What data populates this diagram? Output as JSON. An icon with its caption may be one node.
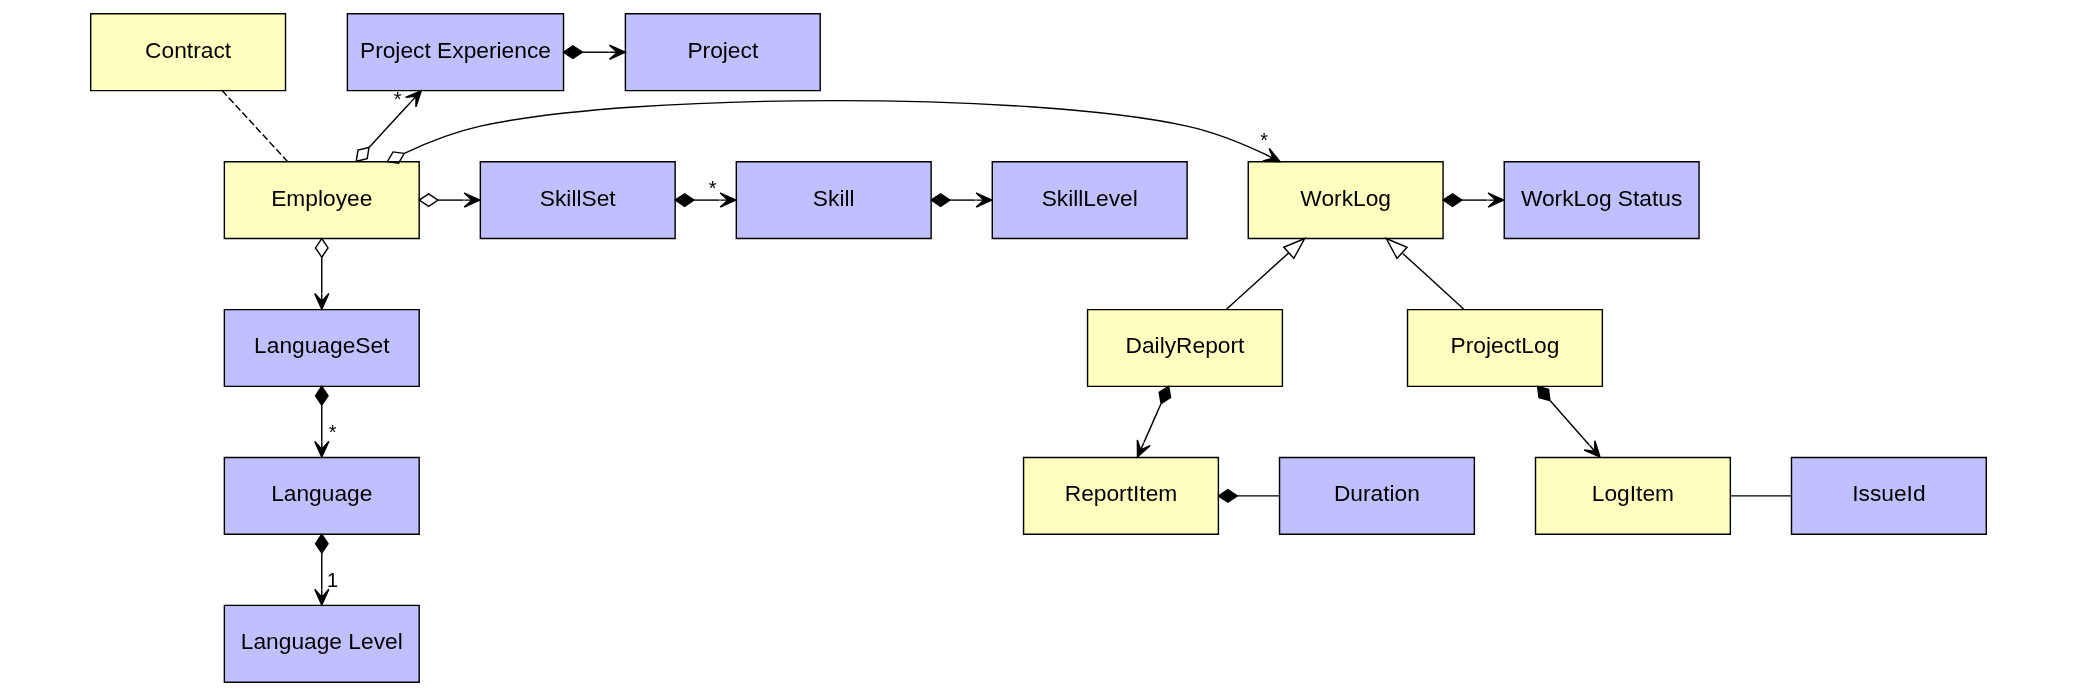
{
  "diagram": {
    "nodes": [
      {
        "text": [
          "Contract"
        ]
      },
      {
        "text": [
          "Project Experience"
        ]
      },
      {
        "text": [
          "Project"
        ]
      },
      {
        "text": [
          "WorkLog Status"
        ]
      },
      {
        "text": [
          "WorkLog"
        ]
      },
      {
        "text": [
          "Employee"
        ]
      },
      {
        "text": [
          "SkillSet"
        ]
      },
      {
        "text": [
          "Skill"
        ]
      },
      {
        "text": [
          "SkillLevel"
        ]
      },
      {
        "text": [
          "LanguageSet"
        ]
      },
      {
        "text": [
          "Language"
        ]
      },
      {
        "text": [
          "Language Level"
        ]
      },
      {
        "text": [
          "DailyReport"
        ]
      },
      {
        "text": [
          "ProjectLog"
        ]
      },
      {
        "text": [
          "Duration"
        ]
      },
      {
        "text": [
          "ReportItem"
        ]
      },
      {
        "text": [
          "LogItem"
        ]
      },
      {
        "text": [
          "IssueId"
        ]
      }
    ],
    "edges": [
      {
        "from": 0,
        "to": 5,
        "arrow": "none",
        "style": "dashed"
      },
      {
        "from": 5,
        "to": 1,
        "arrow": "to",
        "label": "*"
      },
      {
        "from": 1,
        "to": 2,
        "arrow": "to"
      },
      {
        "from": 4,
        "to": 3,
        "arrow": "to"
      },
      {
        "from": 5,
        "to": 4,
        "arrow": "to",
        "label": "*"
      },
      {
        "from": 5,
        "to": 6,
        "arrow": "to"
      },
      {
        "from": 6,
        "to": 7,
        "arrow": "to",
        "label": "*"
      },
      {
        "from": 7,
        "to": 8,
        "arrow": "to"
      },
      {
        "from": 5,
        "to": 9,
        "arrow": "to"
      },
      {
        "from": 9,
        "to": 10,
        "arrow": "to",
        "label": "*"
      },
      {
        "from": 10,
        "to": 11,
        "arrow": "to",
        "label": "1"
      },
      {
        "from": 12,
        "to": 4,
        "arrow": "to"
      },
      {
        "from": 13,
        "to": 4,
        "arrow": "to"
      },
      {
        "from": 12,
        "to": 15,
        "arrow": "to"
      },
      {
        "from": 13,
        "to": 16,
        "arrow": "to"
      },
      {
        "from": 15,
        "to": 14,
        "arrow": "other"
      },
      {
        "from": 16,
        "to": 17,
        "arrow": "none"
      }
    ]
  }
}
